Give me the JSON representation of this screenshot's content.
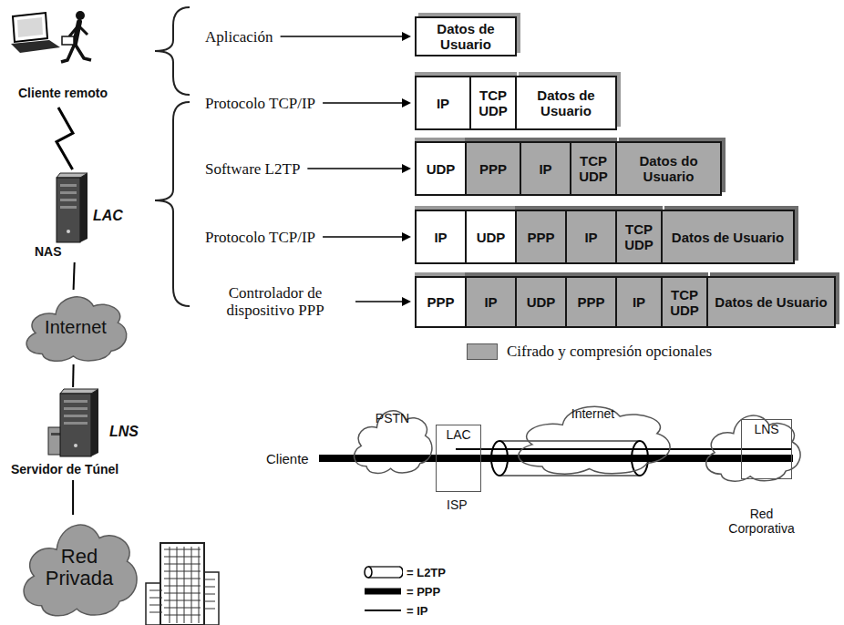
{
  "diagram": {
    "nodes": [
      {
        "text": [
          "Cliente remoto"
        ]
      },
      {
        "text": [
          "LAC",
          "NAS"
        ]
      },
      {
        "text": [
          "Internet"
        ]
      },
      {
        "text": [
          "LNS",
          "Servidor de Túnel"
        ]
      },
      {
        "text": [
          "Red Privada"
        ]
      },
      {
        "text": [
          "Datos de Usuario"
        ]
      },
      {
        "text": [
          "IP"
        ]
      },
      {
        "text": [
          "TCP UDP"
        ]
      },
      {
        "text": [
          "Datos de Usuario"
        ]
      },
      {
        "text": [
          "UDP"
        ]
      },
      {
        "text": [
          "PPP"
        ]
      },
      {
        "text": [
          "IP"
        ]
      },
      {
        "text": [
          "TCP UDP"
        ]
      },
      {
        "text": [
          "Datos do Usuario"
        ]
      },
      {
        "text": [
          "IP"
        ]
      },
      {
        "text": [
          "UDP"
        ]
      },
      {
        "text": [
          "PPP"
        ]
      },
      {
        "text": [
          "IP"
        ]
      },
      {
        "text": [
          "TCP UDP"
        ]
      },
      {
        "text": [
          "Datos de Usuario"
        ]
      },
      {
        "text": [
          "PPP"
        ]
      },
      {
        "text": [
          "IP"
        ]
      },
      {
        "text": [
          "UDP"
        ]
      },
      {
        "text": [
          "PPP"
        ]
      },
      {
        "text": [
          "IP"
        ]
      },
      {
        "text": [
          "TCP UDP"
        ]
      },
      {
        "text": [
          "Datos de Usuario"
        ]
      },
      {
        "text": [
          "PSTN"
        ]
      },
      {
        "text": [
          "LAC"
        ]
      },
      {
        "text": [
          "Internet"
        ]
      },
      {
        "text": [
          "Red Corporativa"
        ]
      },
      {
        "text": [
          "LNS"
        ],
        "in": 30
      }
    ],
    "edges": [
      {
        "from": 0,
        "to": 1,
        "arrow": "none"
      },
      {
        "from": 1,
        "to": 2,
        "arrow": "none"
      },
      {
        "from": 2,
        "to": 3,
        "arrow": "none"
      },
      {
        "from": 3,
        "to": 4,
        "arrow": "none"
      }
    ],
    "labels": [
      "Aplicación",
      "Protocolo TCP/IP",
      "Software L2TP",
      "Protocolo TCP/IP",
      "Controlador de dispositivo PPP",
      "Cliente",
      "ISP"
    ],
    "legend": [
      {
        "text": "Cifrado y compresión opcionales",
        "color": "#a8a8a8"
      },
      {
        "text": "= L2TP"
      },
      {
        "text": "= PPP"
      },
      {
        "text": "= IP"
      }
    ]
  }
}
